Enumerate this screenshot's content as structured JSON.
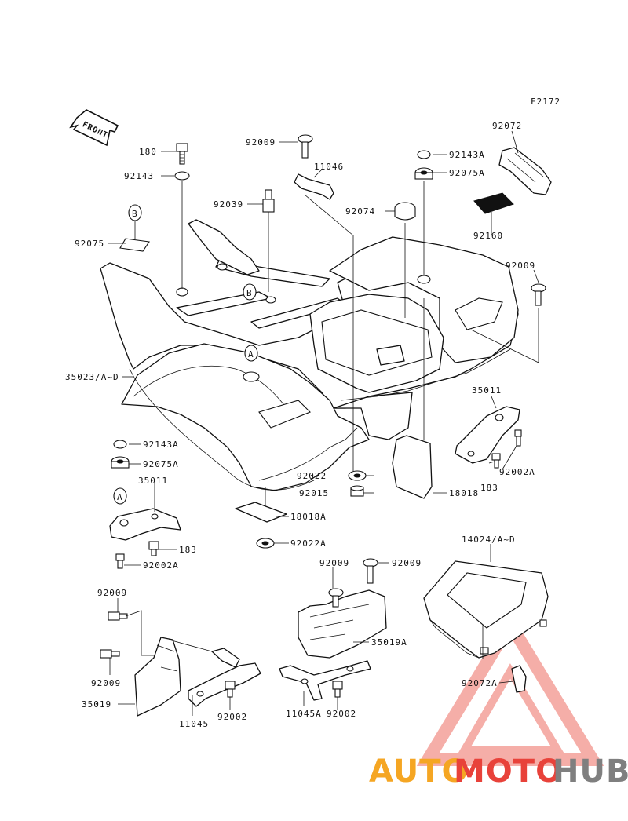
{
  "figure_code": "F2172",
  "front_arrow": "FRONT",
  "brand": {
    "part1": "AUTO",
    "part2": "MOTO",
    "part3": "HUB",
    "color_orange": "#f5a623",
    "color_red": "#e8423a",
    "color_gray": "#7f7f7f"
  },
  "callouts": {
    "A": "A",
    "B": "B"
  },
  "labels": {
    "l180": "180",
    "l92143": "92143",
    "l92075": "92075",
    "l92009_top": "92009",
    "l11046": "11046",
    "l92039": "92039",
    "l92143A_top": "92143A",
    "l92075A_top": "92075A",
    "l92074": "92074",
    "l92072": "92072",
    "l92160": "92160",
    "l92009_right": "92009",
    "l35023": "35023/A~D",
    "l35011_right": "35011",
    "l92002A_right": "92002A",
    "l183_right": "183",
    "l18018": "18018",
    "l92022_mid": "92022",
    "l92015": "92015",
    "l92143A_left": "92143A",
    "l92075A_left": "92075A",
    "l35011_left": "35011",
    "l183_left": "183",
    "l92002A_left": "92002A",
    "l18018A": "18018A",
    "l92022A": "92022A",
    "l14024": "14024/A~D",
    "l92009_ctr_a": "92009",
    "l92009_ctr_b": "92009",
    "l35019A": "35019A",
    "l92009_left_a": "92009",
    "l92009_left_b": "92009",
    "l35019": "35019",
    "l11045": "11045",
    "l92002_left": "92002",
    "l11045A": "11045A",
    "l92002_ctr": "92002",
    "l92072A": "92072A"
  }
}
